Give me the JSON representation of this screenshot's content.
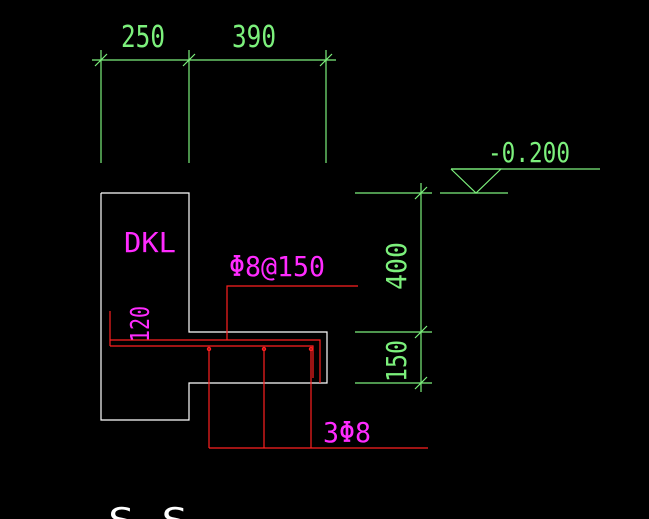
{
  "drawing": {
    "dimensions": {
      "top_left": "250",
      "top_right": "390",
      "right_upper": "400",
      "right_lower": "150",
      "slab_thickness": "120"
    },
    "elevation": "-0.200",
    "beam_label": "DKL",
    "stirrup_label": "Φ8@150",
    "bar_label": "3Φ8",
    "section_label": "S-S"
  },
  "colors": {
    "background": "#000000",
    "outline": "#ffffff",
    "dimension": "#7cf07c",
    "rebar": "#ff2020",
    "annotation": "#ff2bff"
  }
}
